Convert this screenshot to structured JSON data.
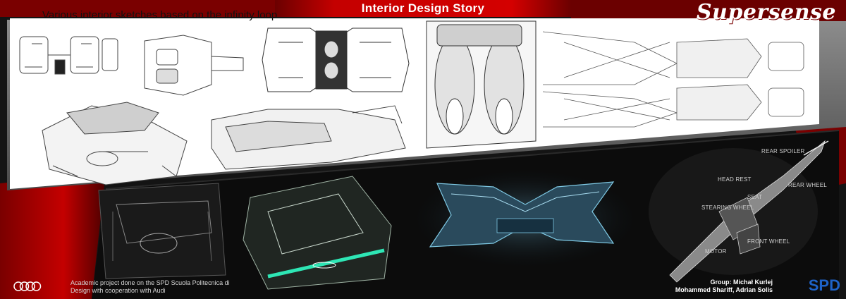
{
  "header": {
    "title": "Interior Design Story",
    "brand": "Supersense"
  },
  "sketch_panel": {
    "subtitle": "Various interior sketches based on the infinity loop"
  },
  "diagram_labels": {
    "rear_spoiler": "REAR SPOILER",
    "head_rest": "HEAD REST",
    "seat": "SEAT",
    "rear_wheel": "REAR WHEEL",
    "stearing_wheel": "STEARING WHEEL",
    "motor": "MOTOR",
    "front_wheel": "FRONT WHEEL"
  },
  "footer": {
    "credit": "Academic project done on the SPD Scuola Politecnica di Design with cooperation with Audi",
    "group_line1": "Group: Michał Kurlej",
    "group_line2": "Mohammed Shariff, Adrian Solis",
    "spd_logo": "SPD"
  },
  "colors": {
    "accent_red": "#c40000",
    "dark_bg": "#141414",
    "paper": "#ffffff",
    "teal_glow": "#2ee6b5",
    "spd_blue": "#1e63c8"
  }
}
